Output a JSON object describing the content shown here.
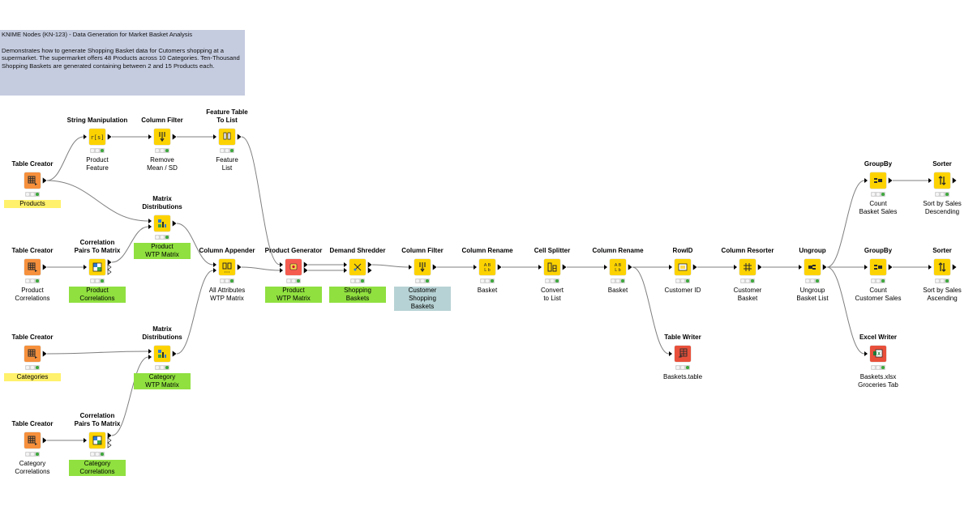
{
  "annotation": {
    "title": "KNIME Nodes (KN-123) - Data Generation for Market Basket Analysis",
    "description": "Demonstrates how to generate Shopping Basket data for Cutomers shopping at a supermarket. The supermarket offers 48 Products across 10 Categories. Ten-Thousand Shopping Baskets are generated containing between 2 and 15 Products each."
  },
  "colors": {
    "workflow_background": "#ffffff",
    "annotation_background": "#c5cce0",
    "source_node": "#f6903c",
    "manipulator_node": "#fcd300",
    "other_node": "#f55c4f",
    "status_ok": "#3ea83e",
    "label_yellow": "#fff16b",
    "label_green": "#90e040",
    "label_blue": "#b7d2d4",
    "connection": "#7f7f7f"
  },
  "nodes": [
    {
      "id": "tc1",
      "title": "Table Creator",
      "label": "Products",
      "label_style": "yellow",
      "color": "source",
      "icon": "table-grid-icon"
    },
    {
      "id": "sm",
      "title": "String Manipulation",
      "label": "Product\nFeature",
      "label_style": "",
      "color": "manip",
      "icon": "string-manipulation-icon"
    },
    {
      "id": "cf1",
      "title": "Column Filter",
      "label": "Remove\nMean / SD",
      "label_style": "",
      "color": "manip",
      "icon": "column-filter-icon"
    },
    {
      "id": "ftl",
      "title": "Feature Table\nTo List",
      "label": "Feature\nList",
      "label_style": "",
      "color": "manip",
      "icon": "feature-list-icon"
    },
    {
      "id": "md1",
      "title": "Matrix\nDistributions",
      "label": "Product\nWTP Matrix",
      "label_style": "green",
      "color": "manip",
      "icon": "matrix-distribution-icon"
    },
    {
      "id": "tc2",
      "title": "Table Creator",
      "label": "Product\nCorrelations",
      "label_style": "",
      "color": "source",
      "icon": "table-grid-icon"
    },
    {
      "id": "cpm1",
      "title": "Correlation\nPairs To Matrix",
      "label": "Product\nCorrelations",
      "label_style": "green",
      "color": "manip",
      "icon": "correlation-matrix-icon"
    },
    {
      "id": "ca",
      "title": "Column Appender",
      "label": "All Attributes\nWTP Matrix",
      "label_style": "",
      "color": "manip",
      "icon": "column-appender-icon"
    },
    {
      "id": "tc3",
      "title": "Table Creator",
      "label": "Categories",
      "label_style": "yellow",
      "color": "source",
      "icon": "table-grid-icon"
    },
    {
      "id": "md2",
      "title": "Matrix\nDistributions",
      "label": "Category\nWTP Matrix",
      "label_style": "green",
      "color": "manip",
      "icon": "matrix-distribution-icon"
    },
    {
      "id": "tc4",
      "title": "Table Creator",
      "label": "Category\nCorrelations",
      "label_style": "",
      "color": "source",
      "icon": "table-grid-icon"
    },
    {
      "id": "cpm2",
      "title": "Correlation\nPairs To Matrix",
      "label": "Category\nCorrelations",
      "label_style": "green",
      "color": "manip",
      "icon": "correlation-matrix-icon"
    },
    {
      "id": "pg",
      "title": "Product Generator",
      "label": "Product\nWTP Matrix",
      "label_style": "green",
      "color": "other",
      "icon": "product-generator-icon"
    },
    {
      "id": "ds",
      "title": "Demand Shredder",
      "label": "Shopping\nBaskets",
      "label_style": "green",
      "color": "manip",
      "icon": "demand-shredder-icon"
    },
    {
      "id": "cf2",
      "title": "Column Filter",
      "label": "Customer\nShopping\nBaskets",
      "label_style": "blue",
      "color": "manip",
      "icon": "column-filter-icon"
    },
    {
      "id": "cr1",
      "title": "Column Rename",
      "label": "Basket",
      "label_style": "",
      "color": "manip",
      "icon": "column-rename-icon"
    },
    {
      "id": "cs",
      "title": "Cell Splitter",
      "label": "Convert\nto List",
      "label_style": "",
      "color": "manip",
      "icon": "cell-splitter-icon"
    },
    {
      "id": "cr2",
      "title": "Column Rename",
      "label": "Basket",
      "label_style": "",
      "color": "manip",
      "icon": "column-rename-icon"
    },
    {
      "id": "tw",
      "title": "Table Writer",
      "label": "Baskets.table",
      "label_style": "",
      "color": "sink",
      "icon": "table-writer-icon"
    },
    {
      "id": "rid",
      "title": "RowID",
      "label": "Customer ID",
      "label_style": "",
      "color": "manip",
      "icon": "rowid-icon"
    },
    {
      "id": "cres",
      "title": "Column Resorter",
      "label": "Customer\nBasket",
      "label_style": "",
      "color": "manip",
      "icon": "column-resorter-icon"
    },
    {
      "id": "ug",
      "title": "Ungroup",
      "label": "Ungroup\nBasket List",
      "label_style": "",
      "color": "manip",
      "icon": "ungroup-icon"
    },
    {
      "id": "gb1",
      "title": "GroupBy",
      "label": "Count\nBasket Sales",
      "label_style": "",
      "color": "manip",
      "icon": "groupby-icon"
    },
    {
      "id": "so1",
      "title": "Sorter",
      "label": "Sort by Sales\nDescending",
      "label_style": "",
      "color": "manip",
      "icon": "sorter-icon"
    },
    {
      "id": "gb2",
      "title": "GroupBy",
      "label": "Count\nCustomer Sales",
      "label_style": "",
      "color": "manip",
      "icon": "groupby-icon"
    },
    {
      "id": "so2",
      "title": "Sorter",
      "label": "Sort by Sales\nAscending",
      "label_style": "",
      "color": "manip",
      "icon": "sorter-icon"
    },
    {
      "id": "ew",
      "title": "Excel Writer",
      "label": "Baskets.xlsx\nGroceries Tab",
      "label_style": "",
      "color": "sink",
      "icon": "excel-writer-icon"
    }
  ]
}
